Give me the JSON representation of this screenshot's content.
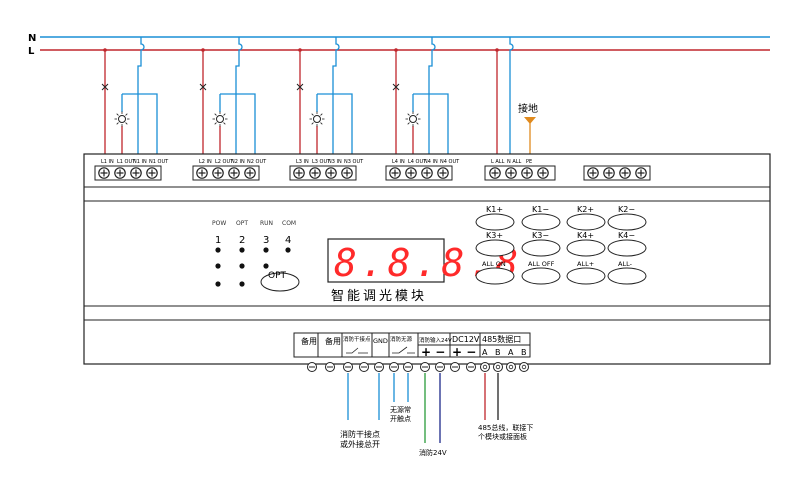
{
  "rails": {
    "neutral": "N",
    "line": "L"
  },
  "colors": {
    "line_wire": "#c0272d",
    "neutral_wire": "#1a8fd6",
    "earth_wire": "#e08a1e",
    "green_wire": "#2a9a3a",
    "navy_wire": "#1c2a8a",
    "display_digits": "#ff2a2a"
  },
  "channels": [
    {
      "labels": [
        "L1 IN",
        "L1 OUT",
        "N1 IN",
        "N1 OUT"
      ]
    },
    {
      "labels": [
        "L2 IN",
        "L2 OUT",
        "N2 IN",
        "N2 OUT"
      ]
    },
    {
      "labels": [
        "L3 IN",
        "L3 OUT",
        "N3 IN",
        "N3 OUT"
      ]
    },
    {
      "labels": [
        "L4 IN",
        "L4 OUT",
        "N4 IN",
        "N4 OUT"
      ]
    }
  ],
  "power_terminals": [
    "L ALL",
    "N ALL",
    "PE"
  ],
  "earth_label": "接地",
  "leds": {
    "top_labels": [
      "POW",
      "OPT",
      "RUN",
      "COM"
    ],
    "numbers": [
      "1",
      "2",
      "3",
      "4"
    ],
    "opt_button": "OPT"
  },
  "display": {
    "digits": "8.8.8.8."
  },
  "keys": [
    {
      "label": "K1+"
    },
    {
      "label": "K1−"
    },
    {
      "label": "K2+"
    },
    {
      "label": "K2−"
    },
    {
      "label": "K3+"
    },
    {
      "label": "K3−"
    },
    {
      "label": "K4+"
    },
    {
      "label": "K4−"
    },
    {
      "label": "ALL ON"
    },
    {
      "label": "ALL OFF"
    },
    {
      "label": "ALL+"
    },
    {
      "label": "ALL-"
    }
  ],
  "device_title": "智能调光模块",
  "bottom_terminals": {
    "spare1": "备用",
    "spare2": "备用",
    "fire_dry": "消防干接点",
    "gnd": "GND",
    "fire_no_power": "消防无源",
    "fire_24v": "消防输入24V",
    "dc12v": "DC12V",
    "rs485": "485数据口",
    "rs485_pins": [
      "A",
      "B",
      "A",
      "B"
    ]
  },
  "annotations": {
    "fire_dry_contact": [
      "消防干接点",
      "或外接总开"
    ],
    "no_power_contact": [
      "无源常",
      "开触点"
    ],
    "fire_24v": "消防24V",
    "rs485_bus": [
      "485总线，联接下",
      "个模块或接面板"
    ]
  }
}
